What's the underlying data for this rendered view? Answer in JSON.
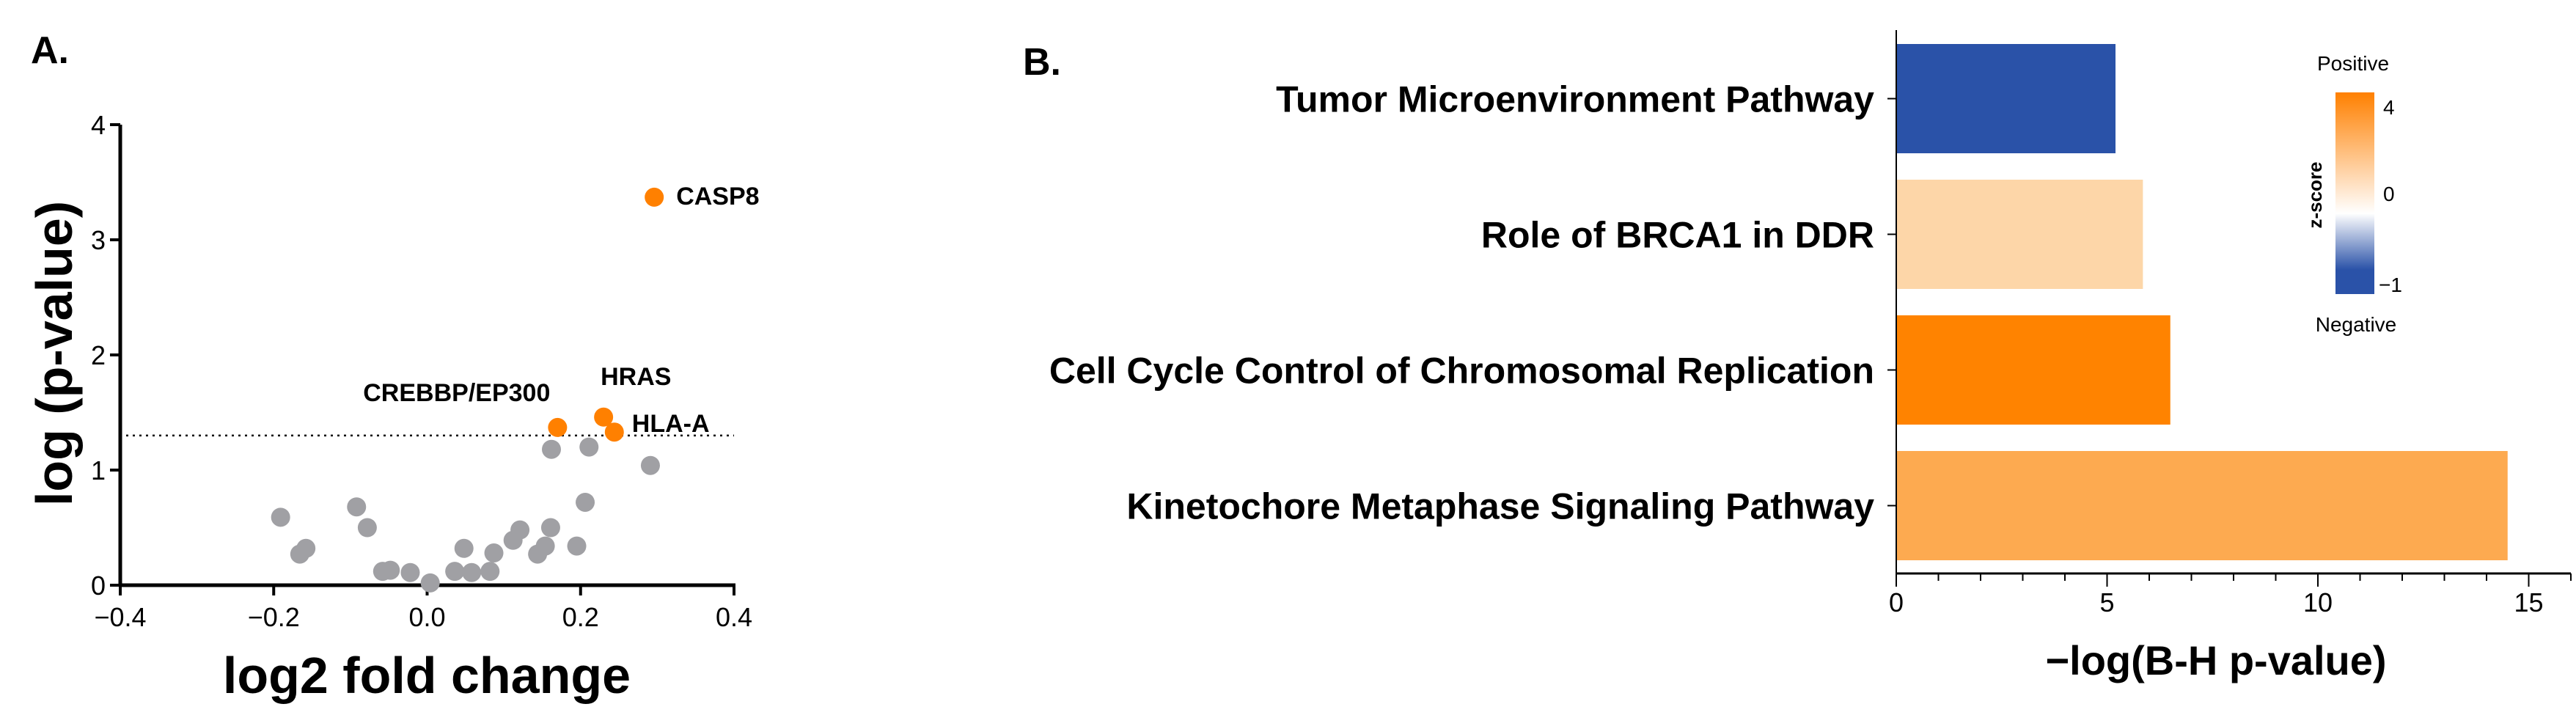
{
  "chart_data": [
    {
      "panel_label": "A.",
      "type": "scatter",
      "xlabel": "log2 fold change",
      "ylabel": "log (p-value)",
      "xlim": [
        -0.4,
        0.4
      ],
      "ylim": [
        0,
        4
      ],
      "xticks": [
        "−0.4",
        "−0.2",
        "0.0",
        "0.2",
        "0.4"
      ],
      "yticks": [
        "0",
        "1",
        "2",
        "3",
        "4"
      ],
      "threshold_y": 1.3,
      "grid": false,
      "colors": {
        "not_significant": "#A0A0A4",
        "significant": "#FF8000"
      },
      "points": [
        {
          "x": -0.191,
          "y": 0.59
        },
        {
          "x": -0.166,
          "y": 0.27
        },
        {
          "x": -0.158,
          "y": 0.32
        },
        {
          "x": -0.092,
          "y": 0.68
        },
        {
          "x": -0.078,
          "y": 0.5
        },
        {
          "x": -0.058,
          "y": 0.12
        },
        {
          "x": -0.048,
          "y": 0.13
        },
        {
          "x": -0.022,
          "y": 0.11
        },
        {
          "x": 0.004,
          "y": 0.02
        },
        {
          "x": 0.036,
          "y": 0.12
        },
        {
          "x": 0.048,
          "y": 0.32
        },
        {
          "x": 0.058,
          "y": 0.11
        },
        {
          "x": 0.082,
          "y": 0.12
        },
        {
          "x": 0.087,
          "y": 0.28
        },
        {
          "x": 0.112,
          "y": 0.39
        },
        {
          "x": 0.121,
          "y": 0.48
        },
        {
          "x": 0.144,
          "y": 0.27
        },
        {
          "x": 0.154,
          "y": 0.34
        },
        {
          "x": 0.161,
          "y": 0.5
        },
        {
          "x": 0.162,
          "y": 1.18
        },
        {
          "x": 0.195,
          "y": 0.34
        },
        {
          "x": 0.206,
          "y": 0.72
        },
        {
          "x": 0.211,
          "y": 1.2
        },
        {
          "x": 0.291,
          "y": 1.04
        }
      ],
      "labeled_points": [
        {
          "label": "CASP8",
          "x": 0.296,
          "y": 3.37
        },
        {
          "label": "CREBBP/EP300",
          "x": 0.17,
          "y": 1.37
        },
        {
          "label": "HRAS",
          "x": 0.23,
          "y": 1.46
        },
        {
          "label": "HLA-A",
          "x": 0.244,
          "y": 1.33
        }
      ]
    },
    {
      "panel_label": "B.",
      "type": "bar",
      "orientation": "horizontal",
      "xlabel": "−log(B-H p-value)",
      "xlim": [
        0,
        16
      ],
      "xticks": [
        "0",
        "5",
        "10",
        "15"
      ],
      "categories": [
        "Tumor Microenvironment Pathway",
        "Role of BRCA1 in DDR",
        "Cell Cycle Control of Chromosomal Replication",
        "Kinetochore Metaphase Signaling Pathway"
      ],
      "values": [
        5.2,
        5.85,
        6.5,
        14.5
      ],
      "bar_colors": [
        "#2A52A8",
        "#FDD6A8",
        "#FF8300",
        "#FDAA50"
      ],
      "colorbar": {
        "title": "z-score",
        "top_label": "Positive",
        "bottom_label": "Negative",
        "ticks": [
          "4",
          "0",
          "−1"
        ],
        "range": [
          -1,
          4
        ],
        "colors": {
          "high": "#FF8000",
          "mid": "#FFFFFF",
          "low": "#2A52A8"
        }
      }
    }
  ]
}
